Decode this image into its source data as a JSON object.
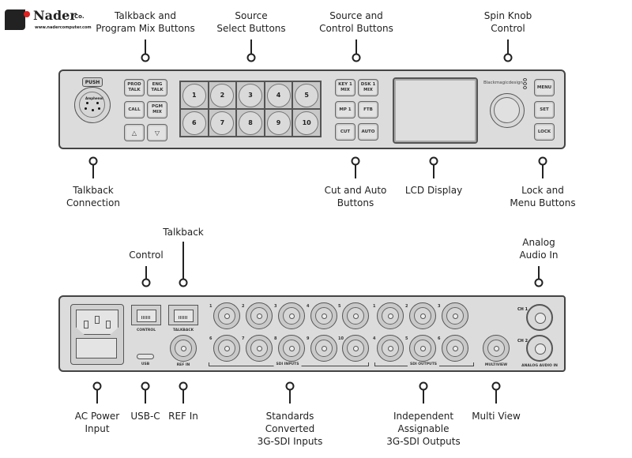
{
  "logo": {
    "name": "Nader",
    "suffix": "Co.",
    "url_text": "www.nadercomputer.com",
    "accent": "#e02020"
  },
  "front_callouts": {
    "talkback_program": [
      "Talkback and",
      "Program Mix Buttons"
    ],
    "source_select": [
      "Source",
      "Select Buttons"
    ],
    "source_control": [
      "Source and",
      "Control  Buttons"
    ],
    "spin_knob": [
      "Spin Knob",
      "Control"
    ],
    "talkback_connection": [
      "Talkback",
      "Connection"
    ],
    "cut_auto": [
      "Cut and Auto",
      "Buttons"
    ],
    "lcd": [
      "LCD Display"
    ],
    "lock_menu": [
      "Lock and",
      "Menu Buttons"
    ]
  },
  "front_panel": {
    "xlr_push": "PUSH",
    "xlr_brand": "Amphenol",
    "talk_buttons": [
      "PROD TALK",
      "ENG TALK",
      "CALL",
      "PGM MIX",
      "▲",
      "▼"
    ],
    "source_buttons": [
      "1",
      "2",
      "3",
      "4",
      "5",
      "6",
      "7",
      "8",
      "9",
      "10"
    ],
    "control_buttons": [
      "KEY 1 MIX",
      "DSK 1 MIX",
      "MP 1",
      "FTB",
      "CUT",
      "AUTO"
    ],
    "brand": "Blackmagicdesign",
    "menu_buttons": [
      "MENU",
      "SET",
      "LOCK"
    ]
  },
  "rear_callouts": {
    "talkback": [
      "Talkback"
    ],
    "control": [
      "Control"
    ],
    "analog_audio": [
      "Analog",
      "Audio In"
    ],
    "ac_power": [
      "AC Power",
      "Input"
    ],
    "usb_c": [
      "USB-C"
    ],
    "ref_in": [
      "REF In"
    ],
    "sdi_inputs": [
      "Standards",
      "Converted",
      "3G-SDI Inputs"
    ],
    "sdi_outputs": [
      "Independent",
      "Assignable",
      "3G-SDI Outputs"
    ],
    "multiview": [
      "Multi View"
    ]
  },
  "rear_panel": {
    "control_label": "CONTROL",
    "talkback_label": "TALKBACK",
    "usb_label": "USB",
    "ref_label": "REF IN",
    "sdi_inputs_label": "SDI INPUTS",
    "sdi_outputs_label": "SDI OUTPUTS",
    "multiview_label": "MULTIVIEW",
    "analog_label": "ANALOG AUDIO IN",
    "ch1": "CH 1",
    "ch2": "CH 2",
    "input_numbers": [
      "1",
      "2",
      "3",
      "4",
      "5",
      "6",
      "7",
      "8",
      "9",
      "10"
    ],
    "output_numbers": [
      "1",
      "2",
      "3",
      "4",
      "5",
      "6"
    ]
  }
}
